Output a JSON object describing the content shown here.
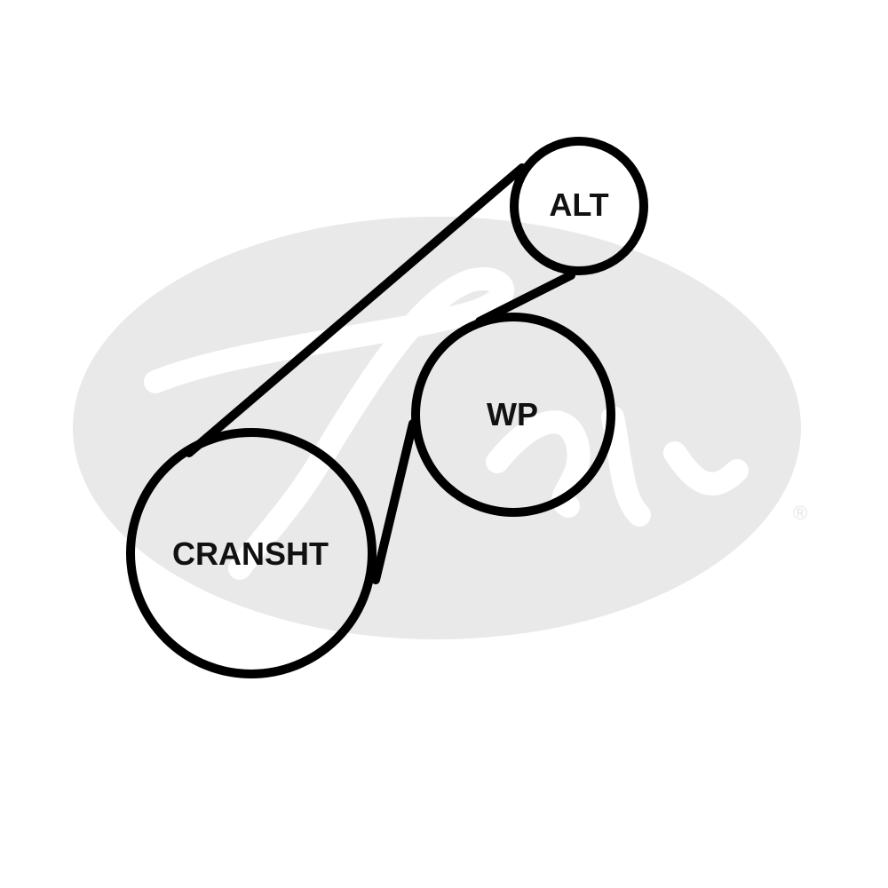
{
  "diagram": {
    "pulleys": [
      {
        "id": "crankshaft",
        "label": "CRANSHT"
      },
      {
        "id": "water-pump",
        "label": "WP"
      },
      {
        "id": "alternator",
        "label": "ALT"
      }
    ]
  },
  "watermark": {
    "registered_mark": "®"
  },
  "colors": {
    "stroke": "#000000",
    "watermark": "#e9e9e9",
    "background": "#ffffff"
  }
}
